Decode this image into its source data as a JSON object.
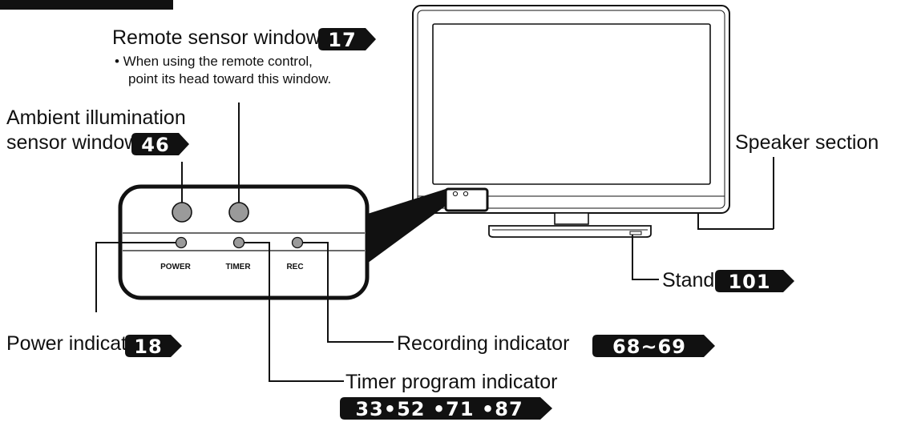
{
  "labels": {
    "remote_sensor": "Remote sensor window",
    "remote_note_line1": "• When using the remote control,",
    "remote_note_line2": "point its head toward this window.",
    "ambient_line1": "Ambient illumination",
    "ambient_line2": "sensor window",
    "speaker": "Speaker section",
    "stand": "Stand",
    "power_indicator": "Power indicator",
    "recording_indicator": "Recording indicator",
    "timer_indicator": "Timer program indicator"
  },
  "page_refs": {
    "remote_sensor": "17",
    "ambient": "46",
    "stand": "101",
    "power": "18",
    "recording": "68~69",
    "timer": "33•52 •71 •87"
  },
  "panel": {
    "power": "POWER",
    "timer": "TIMER",
    "rec": "REC"
  },
  "colors": {
    "badge": "#111111",
    "indicator": "#9a9a9a"
  }
}
